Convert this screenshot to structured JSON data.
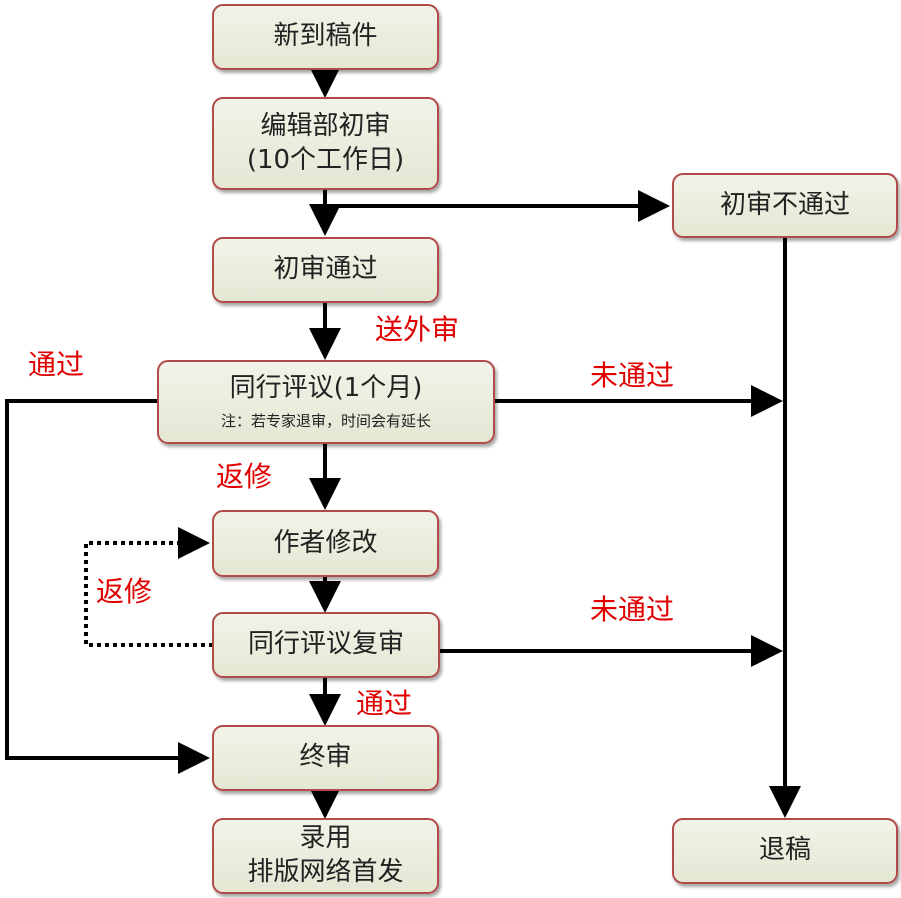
{
  "nodes": {
    "new": "新到稿件",
    "initial_review": "编辑部初审",
    "initial_review_time": "(10个工作日)",
    "initial_fail": "初审不通过",
    "initial_pass": "初审通过",
    "peer_review": "同行评议(1个月)",
    "peer_review_note": "注：若专家退审，时间会有延长",
    "author_revise": "作者修改",
    "re_review": "同行评议复审",
    "final_review": "终审",
    "accept": "录用",
    "publish": "排版网络首发",
    "reject": "退稿"
  },
  "labels": {
    "external_review": "送外审",
    "pass_left": "通过",
    "fail_1": "未通过",
    "revise_1": "返修",
    "revise_2": "返修",
    "fail_2": "未通过",
    "pass_2": "通过"
  }
}
